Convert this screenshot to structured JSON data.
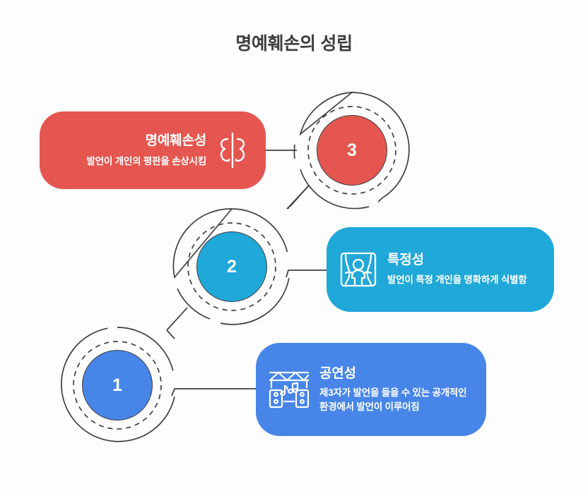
{
  "title": "명예훼손의 성립",
  "colors": {
    "background": "#fdfdfd",
    "title_text": "#3d3d3d",
    "stroke": "#3f3f42",
    "step_1": "#4785e8",
    "step_2": "#20a8d8",
    "step_3": "#e4564f",
    "card_text": "#ffffff"
  },
  "steps": [
    {
      "number": "1",
      "color": "#4785e8",
      "title": "공연성",
      "description": "제3자가 발언을 들을 수 있는 공개적인 환경에서 발언이 이루어짐",
      "icon": "concert-stage-speakers-icon"
    },
    {
      "number": "2",
      "color": "#20a8d8",
      "title": "특정성",
      "description": "발언이 특정 개인을 명확하게 식별함",
      "icon": "spotlight-person-curtain-icon"
    },
    {
      "number": "3",
      "color": "#e4564f",
      "title": "명예훼손성",
      "description": "발언이 개인의 평판을 손상시킴",
      "icon": "mirrored-reflection-icon"
    }
  ]
}
